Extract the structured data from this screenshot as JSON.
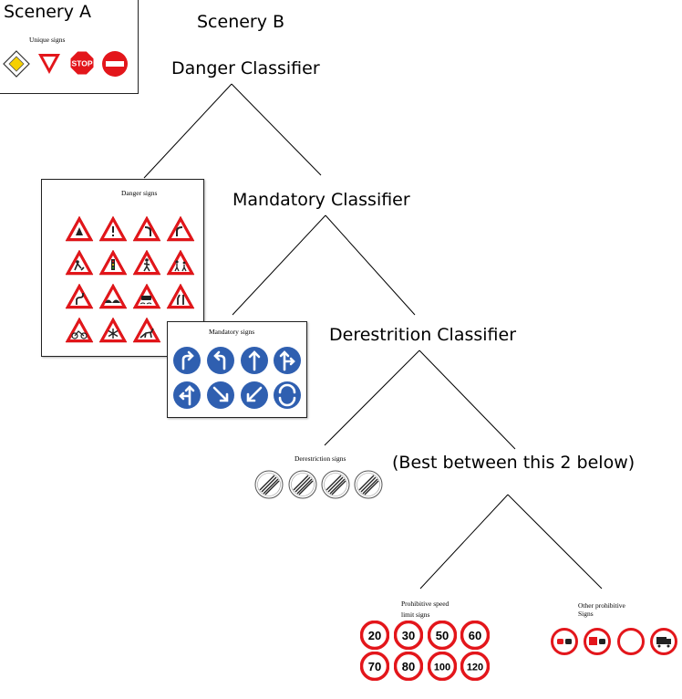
{
  "scenery_a": {
    "title": "Scenery A",
    "caption": "Unique signs",
    "signs": [
      "priority-road-icon",
      "yield-icon",
      "stop-sign-icon",
      "no-entry-icon"
    ],
    "stop_text": "STOP"
  },
  "scenery_b": {
    "title": "Scenery B"
  },
  "nodes": {
    "danger": "Danger Classifier",
    "mandatory": "Mandatory Classifier",
    "derestriction": "Derestrition Classifier",
    "best": "(Best between this 2 below)"
  },
  "panels": {
    "danger": {
      "caption": "Danger signs"
    },
    "mandatory": {
      "caption": "Mandatory signs"
    },
    "derestriction": {
      "caption": "Derestriction signs"
    },
    "speed": {
      "caption_line1": "Prohibitive speed",
      "caption_line2": "limit signs",
      "values": [
        "20",
        "30",
        "50",
        "60",
        "70",
        "80",
        "100",
        "120"
      ]
    },
    "other": {
      "caption_line1": "Other prohibitive",
      "caption_line2": "Signs"
    }
  },
  "colors": {
    "sign_red": "#e3161b",
    "mandatory_blue": "#2f5fb0",
    "priority_yellow": "#f5d000",
    "line": "#000000"
  }
}
